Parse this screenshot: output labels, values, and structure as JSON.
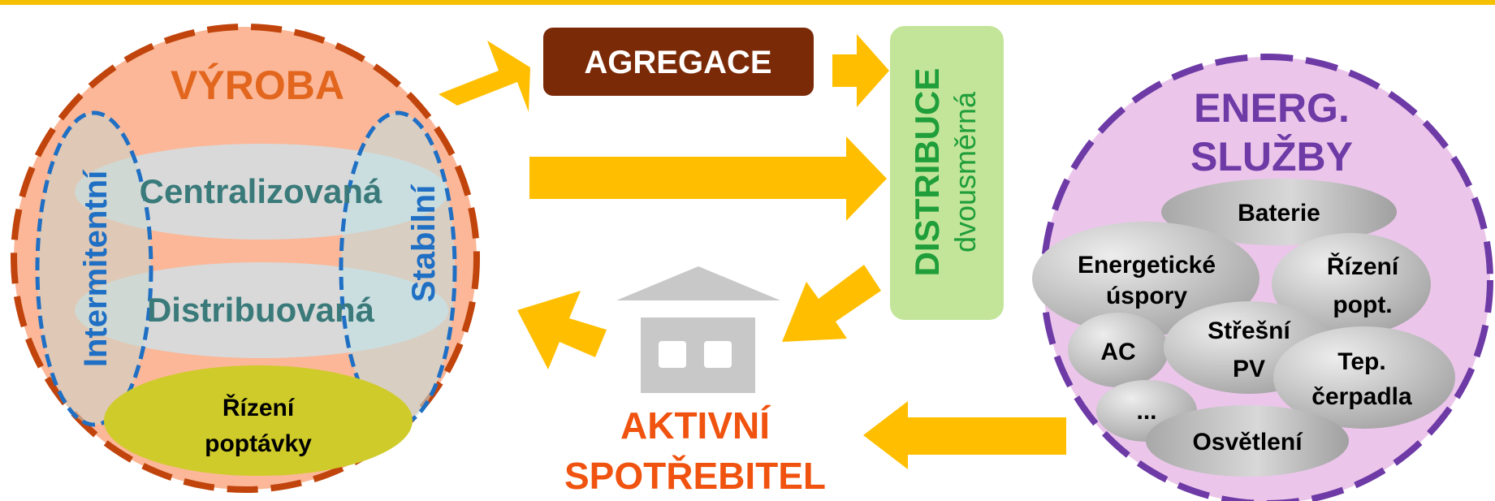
{
  "colors": {
    "top_bar": "#f5c000",
    "arrow": "#ffbf00",
    "production_fill": "#fbb797",
    "production_border": "#c0440c",
    "production_title": "#e2661e",
    "type_ellipse": "#d9d9d9",
    "type_ellipse_highlight": "#bfe7ef",
    "dashed_blue": "#1f6fc4",
    "type_text": "#3a7a7a",
    "demand_ellipse": "#cfcb2a",
    "aggregation_fill": "#7b2a07",
    "distribution_fill": "#c3e59a",
    "distribution_text": "#1f9e3a",
    "house": "#c8c8c8",
    "consumer_text": "#f0530f",
    "services_fill": "#ebc6ea",
    "services_border": "#6d3aa6",
    "services_title": "#6d3aa6",
    "service_bubble_light": "#e7e7e7",
    "service_bubble_dark": "#a8a8a8"
  },
  "production": {
    "title": "VÝROBA",
    "centralized": "Centralizovaná",
    "distributed": "Distribuovaná",
    "intermittent": "Intermitentní",
    "stable": "Stabilní",
    "demand_line1": "Řízení",
    "demand_line2": "poptávky"
  },
  "aggregation": {
    "label": "AGREGACE"
  },
  "distribution": {
    "title": "DISTRIBUCE",
    "subtitle": "dvousměrná"
  },
  "consumer": {
    "line1": "AKTIVNÍ",
    "line2": "SPOTŘEBITEL"
  },
  "services": {
    "title_line1": "ENERG.",
    "title_line2": "SLUŽBY",
    "battery": "Baterie",
    "savings_line1": "Energetické",
    "savings_line2": "úspory",
    "demand_line1": "Řízení",
    "demand_line2": "popt.",
    "ac": "AC",
    "pv_line1": "Střešní",
    "pv_line2": "PV",
    "heat_line1": "Tep.",
    "heat_line2": "čerpadla",
    "more": "...",
    "lighting": "Osvětlení"
  }
}
